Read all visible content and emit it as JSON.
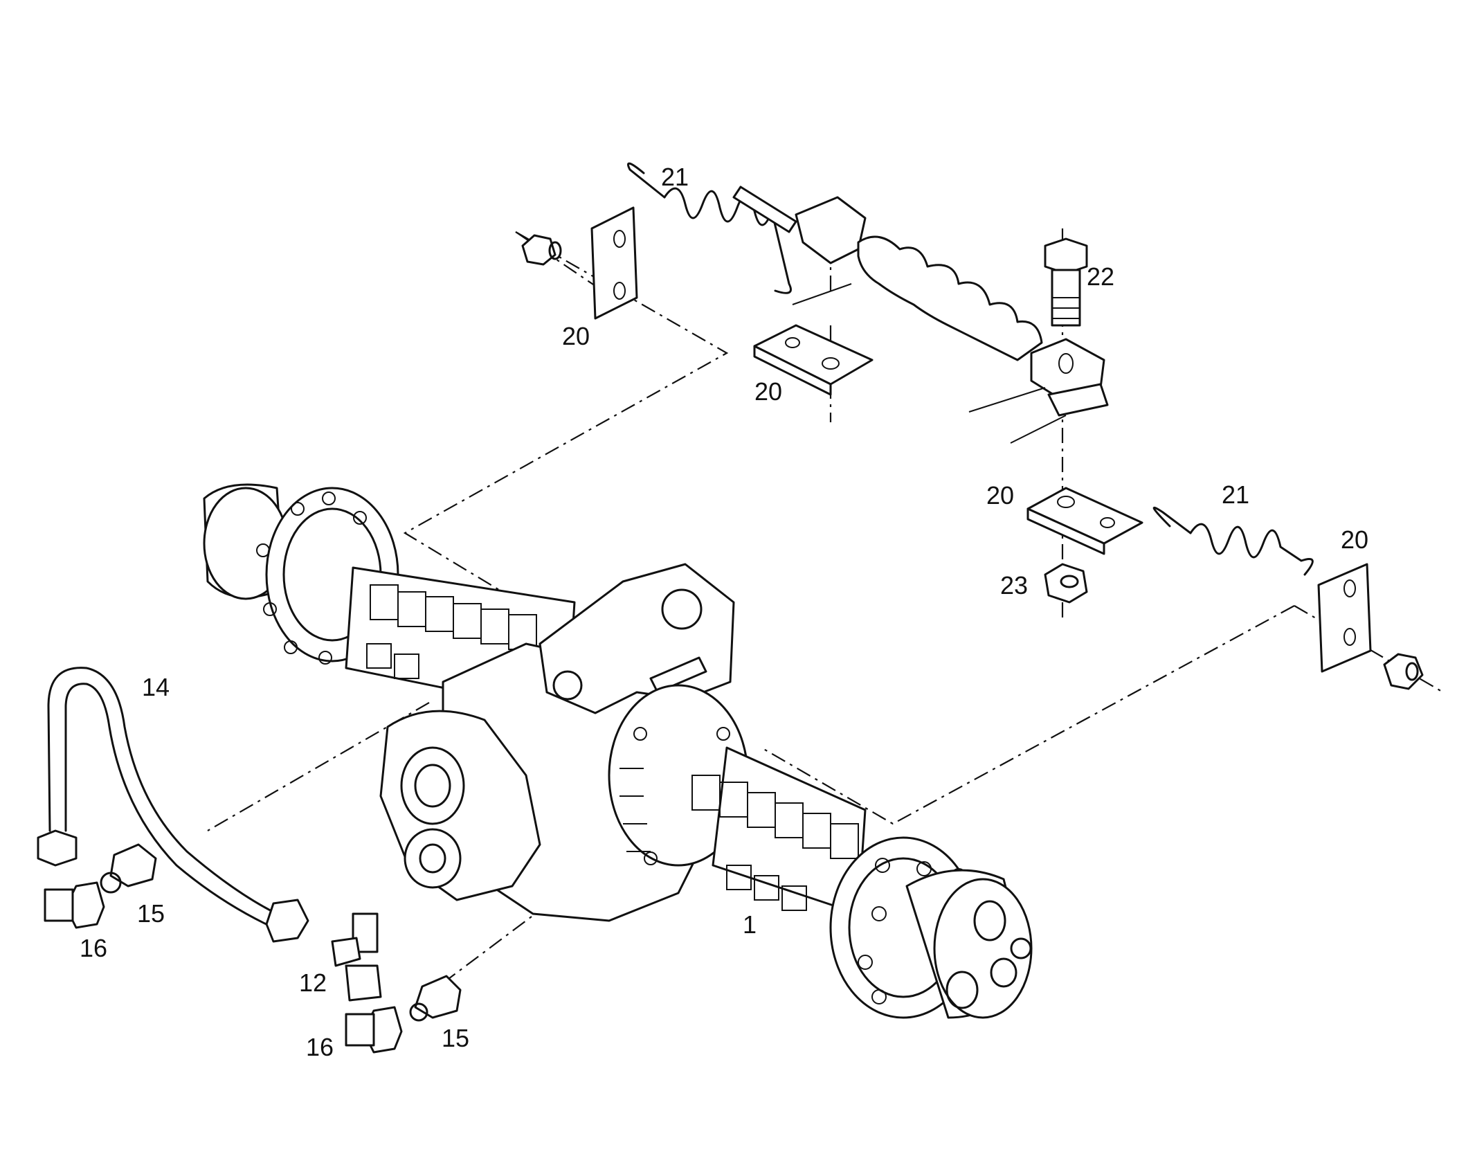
{
  "callouts": [
    {
      "id": "c1",
      "text": "1"
    },
    {
      "id": "c12",
      "text": "12"
    },
    {
      "id": "c14",
      "text": "14"
    },
    {
      "id": "c15a",
      "text": "15"
    },
    {
      "id": "c15b",
      "text": "15"
    },
    {
      "id": "c16a",
      "text": "16"
    },
    {
      "id": "c16b",
      "text": "16"
    },
    {
      "id": "c20a",
      "text": "20"
    },
    {
      "id": "c20b",
      "text": "20"
    },
    {
      "id": "c20c",
      "text": "20"
    },
    {
      "id": "c20d",
      "text": "20"
    },
    {
      "id": "c21a",
      "text": "21"
    },
    {
      "id": "c21b",
      "text": "21"
    },
    {
      "id": "c22",
      "text": "22"
    },
    {
      "id": "c23",
      "text": "23"
    }
  ],
  "colors": {
    "line": "#111111",
    "background": "#ffffff"
  }
}
